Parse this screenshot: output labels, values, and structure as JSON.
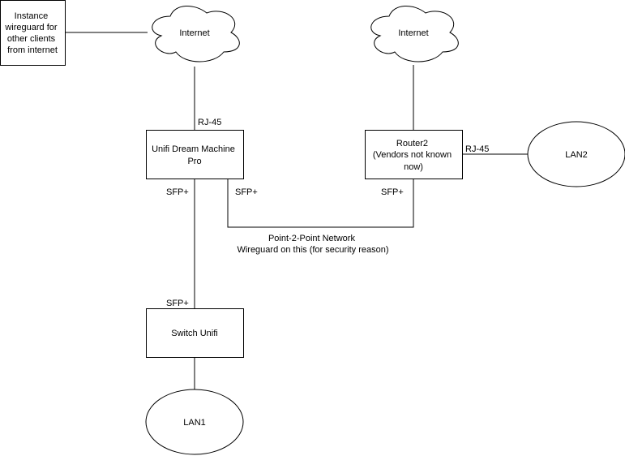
{
  "nodes": {
    "instance": {
      "lines": [
        "Instance",
        "wireguard for",
        "other clients",
        "from internet"
      ]
    },
    "internet1": {
      "label": "Internet"
    },
    "internet2": {
      "label": "Internet"
    },
    "udm": {
      "lines": [
        "Unifi Dream Machine",
        "Pro"
      ]
    },
    "router2": {
      "lines": [
        "Router2",
        "(Vendors not known",
        "now)"
      ]
    },
    "lan2": {
      "label": "LAN2"
    },
    "switch": {
      "label": "Switch Unifi"
    },
    "lan1": {
      "label": "LAN1"
    }
  },
  "edge_labels": {
    "udm_rj45": "RJ-45",
    "udm_sfp_left": "SFP+",
    "udm_sfp_right": "SFP+",
    "router2_sfp": "SFP+",
    "router2_rj45": "RJ-45",
    "switch_sfp": "SFP+",
    "p2p_lines": [
      "Point-2-Point Network",
      "Wireguard on this (for security reason)"
    ]
  }
}
